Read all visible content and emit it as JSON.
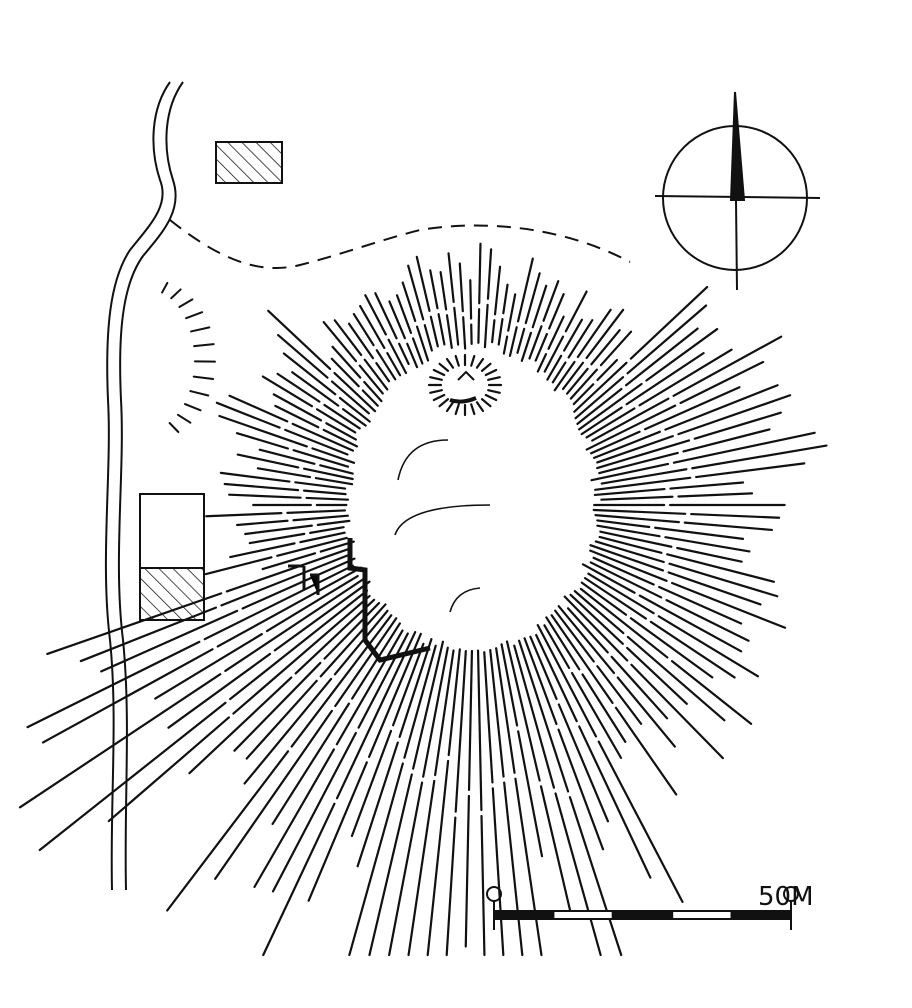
{
  "scale_bar": {
    "start_label": "0",
    "end_label": "50M",
    "segments": 5
  },
  "north_arrow": {
    "direction": "north"
  },
  "colors": {
    "ink": "#111111",
    "paper": "#ffffff"
  }
}
